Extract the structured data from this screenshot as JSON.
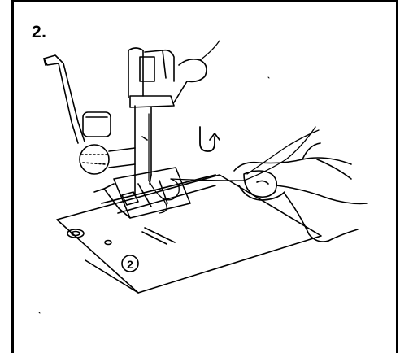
{
  "step": {
    "label": "2."
  },
  "illustration": {
    "callout_number": "2",
    "subject": "sewing-machine-presser-foot-threading"
  }
}
